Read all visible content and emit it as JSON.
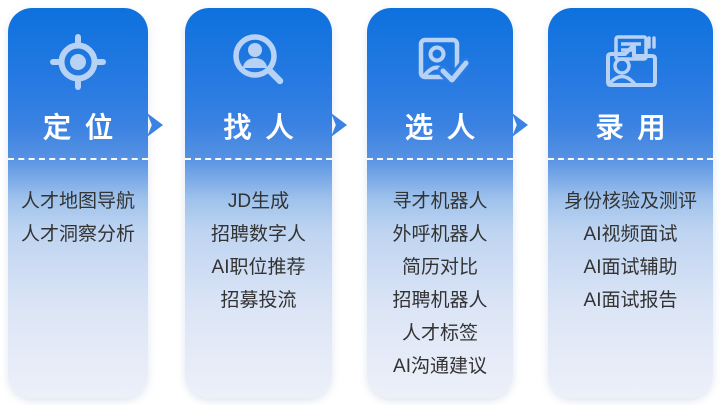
{
  "steps": [
    {
      "title": "定位",
      "icon": "target-locate-icon",
      "items": [
        "人才地图导航",
        "人才洞察分析"
      ]
    },
    {
      "title": "找人",
      "icon": "person-search-icon",
      "items": [
        "JD生成",
        "招聘数字人",
        "AI职位推荐",
        "招募投流"
      ]
    },
    {
      "title": "选人",
      "icon": "person-check-icon",
      "items": [
        "寻才机器人",
        "外呼机器人",
        "简历对比",
        "招聘机器人",
        "人才标签",
        "AI沟通建议"
      ]
    },
    {
      "title": "录用",
      "icon": "resume-folder-icon",
      "items": [
        "身份核验及测评",
        "AI视频面试",
        "AI面试辅助",
        "AI面试报告"
      ]
    }
  ],
  "colors": {
    "gradient_top": "#0D71DE",
    "gradient_bottom": "#EDF0F9",
    "icon_stroke": "#B7D2F4",
    "title_text": "#FFFFFF",
    "item_text": "#333333",
    "arrow": "#3B83E2",
    "page_background": "#FFFFFF"
  }
}
